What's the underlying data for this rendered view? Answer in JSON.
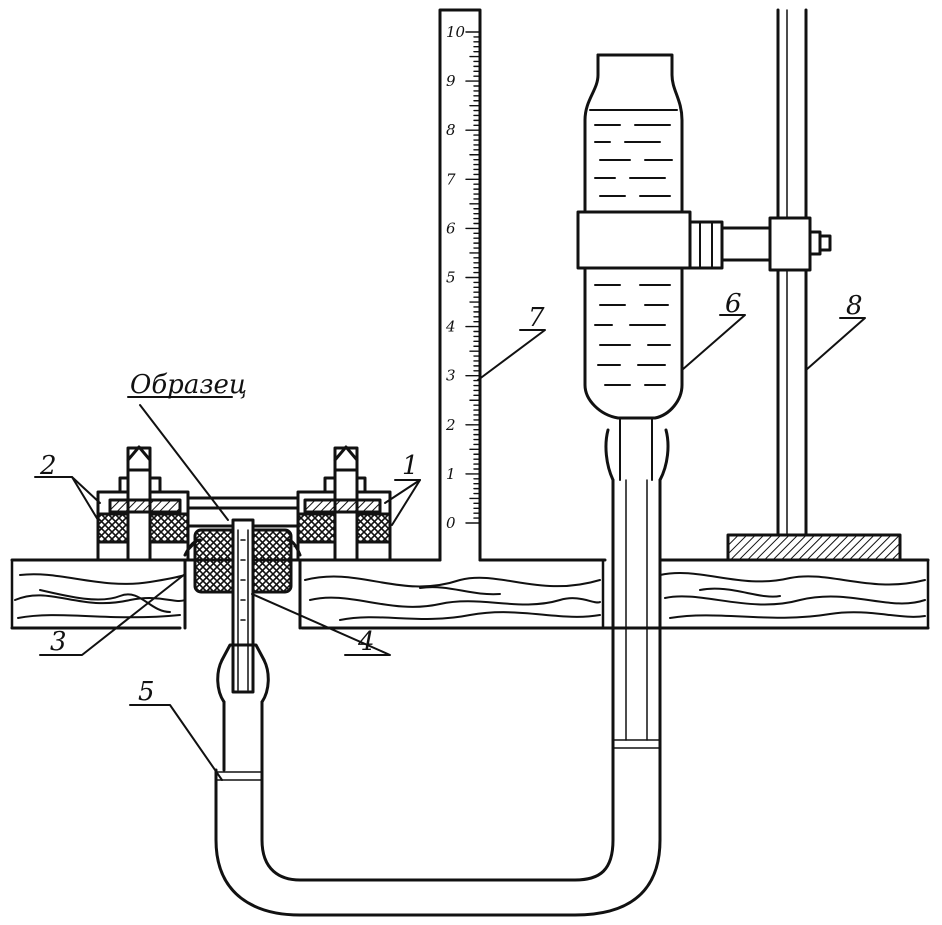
{
  "labels": {
    "sample": "Образец",
    "n1": "1",
    "n2": "2",
    "n3": "3",
    "n4": "4",
    "n5": "5",
    "n6": "6",
    "n7": "7",
    "n8": "8"
  },
  "scale": {
    "ticks": [
      "10",
      "9",
      "8",
      "7",
      "6",
      "5",
      "4",
      "3",
      "2",
      "1",
      "0"
    ]
  }
}
